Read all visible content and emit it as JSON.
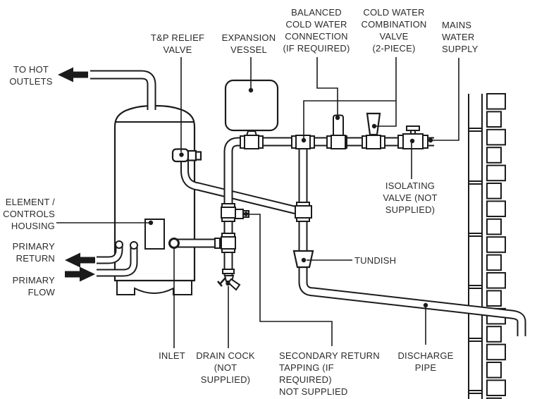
{
  "diagram": {
    "labels": {
      "to_hot_outlets": "TO HOT\nOUTLETS",
      "tp_relief_valve": "T&P RELIEF\nVALVE",
      "expansion_vessel": "EXPANSION\nVESSEL",
      "balanced_cold_water_connection": "BALANCED\nCOLD WATER\nCONNECTION\n(IF REQUIRED)",
      "cold_water_combination_valve": "COLD WATER\nCOMBINATION\nVALVE\n(2-PIECE)",
      "mains_water_supply": "MAINS\nWATER\nSUPPLY",
      "element_controls_housing": "ELEMENT /\nCONTROLS\nHOUSING",
      "primary_return": "PRIMARY\nRETURN",
      "primary_flow": "PRIMARY\nFLOW",
      "inlet": "INLET",
      "drain_cock": "DRAIN COCK\n(NOT SUPPLIED)",
      "secondary_return_tapping": "SECONDARY RETURN\nTAPPING (IF REQUIRED)\nNOT SUPPLIED",
      "tundish": "TUNDISH",
      "isolating_valve": "ISOLATING\nVALVE (NOT\nSUPPLIED)",
      "discharge_pipe": "DISCHARGE\nPIPE"
    },
    "colors": {
      "line": "#1b1b1b",
      "text": "#2b2b2b",
      "background": "#ffffff"
    }
  }
}
